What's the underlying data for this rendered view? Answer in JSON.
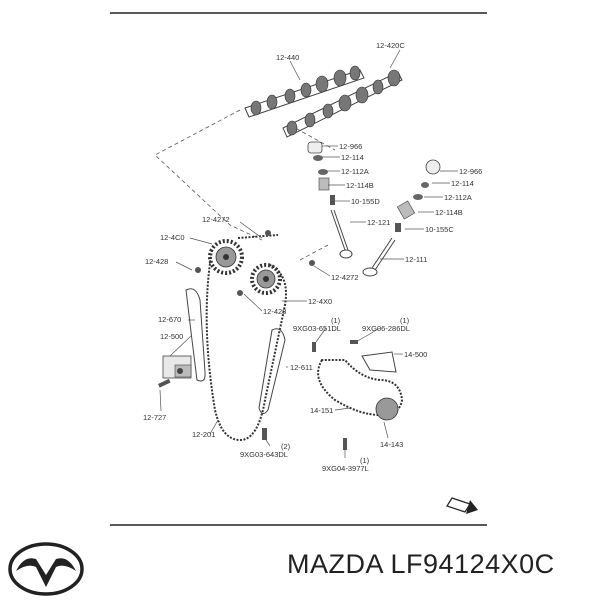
{
  "diagram": {
    "parts": [
      {
        "key": "12-440",
        "label": "12-440"
      },
      {
        "key": "12-420C",
        "label": "12-420C"
      },
      {
        "key": "12-966a",
        "label": "12-966"
      },
      {
        "key": "12-114a",
        "label": "12-114"
      },
      {
        "key": "12-112Aa",
        "label": "12-112A"
      },
      {
        "key": "12-114Ba",
        "label": "12-114B"
      },
      {
        "key": "10-155D",
        "label": "10-155D"
      },
      {
        "key": "12-121",
        "label": "12-121"
      },
      {
        "key": "12-4272a",
        "label": "12-4272"
      },
      {
        "key": "12-4272b",
        "label": "12-4272"
      },
      {
        "key": "12-966b",
        "label": "12-966"
      },
      {
        "key": "12-114b",
        "label": "12-114"
      },
      {
        "key": "12-112Ab",
        "label": "12-112A"
      },
      {
        "key": "12-114Bb",
        "label": "12-114B"
      },
      {
        "key": "10-155C",
        "label": "10-155C"
      },
      {
        "key": "12-111",
        "label": "12-111"
      },
      {
        "key": "12-4C0",
        "label": "12-4C0"
      },
      {
        "key": "12-428a",
        "label": "12-428"
      },
      {
        "key": "12-4X0",
        "label": "12-4X0"
      },
      {
        "key": "12-428b",
        "label": "12-428"
      },
      {
        "key": "12-670",
        "label": "12-670"
      },
      {
        "key": "12-500",
        "label": "12-500"
      },
      {
        "key": "9XG03-651DL",
        "label": "9XG03-651DL"
      },
      {
        "key": "9XG06-286DL",
        "label": "9XG06-286DL"
      },
      {
        "key": "14-500",
        "label": "14-500"
      },
      {
        "key": "12-611",
        "label": "12-611"
      },
      {
        "key": "12-727",
        "label": "12-727"
      },
      {
        "key": "14-151",
        "label": "14-151"
      },
      {
        "key": "12-201",
        "label": "12-201"
      },
      {
        "key": "14-143",
        "label": "14-143"
      },
      {
        "key": "9XG03-643DL",
        "label": "9XG03-643DL"
      },
      {
        "key": "9XG04-3977L",
        "label": "9XG04-3977L"
      }
    ],
    "quantities": [
      "(1)",
      "(1)",
      "(2)",
      "(1)"
    ]
  },
  "footer": {
    "brand": "MAZDA",
    "part_number": "LF94124X0C",
    "text": "MAZDA LF94124X0C"
  }
}
